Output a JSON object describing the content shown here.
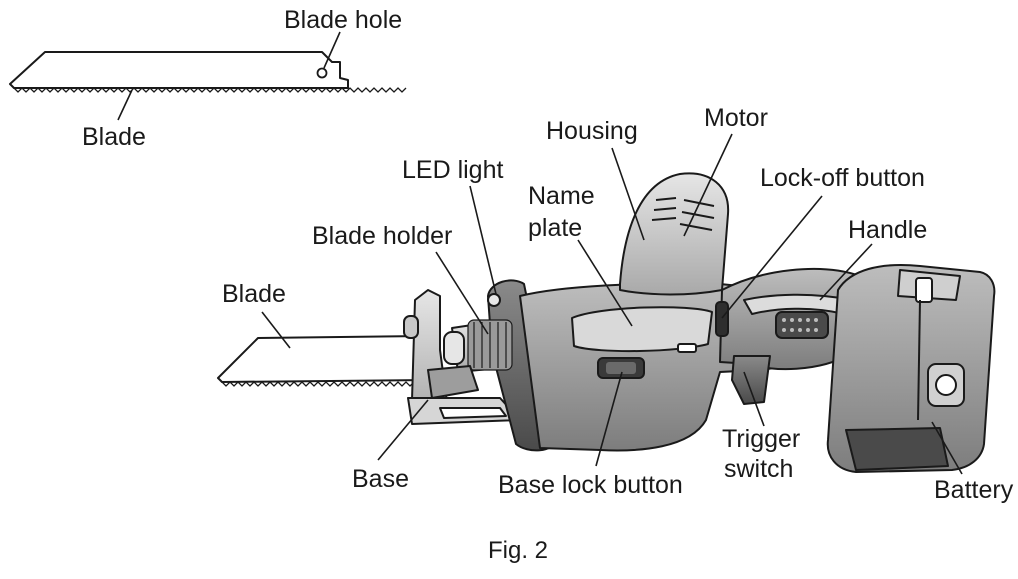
{
  "labels": {
    "blade_hole": "Blade hole",
    "blade_top": "Blade",
    "housing": "Housing",
    "motor": "Motor",
    "led_light": "LED light",
    "name_plate_line1": "Name",
    "name_plate_line2": "plate",
    "lock_off_button": "Lock-off button",
    "blade_holder": "Blade holder",
    "handle": "Handle",
    "blade_main": "Blade",
    "trigger_line1": "Trigger",
    "trigger_line2": "switch",
    "base": "Base",
    "base_lock_button": "Base lock button",
    "battery": "Battery"
  },
  "caption": "Fig. 2"
}
